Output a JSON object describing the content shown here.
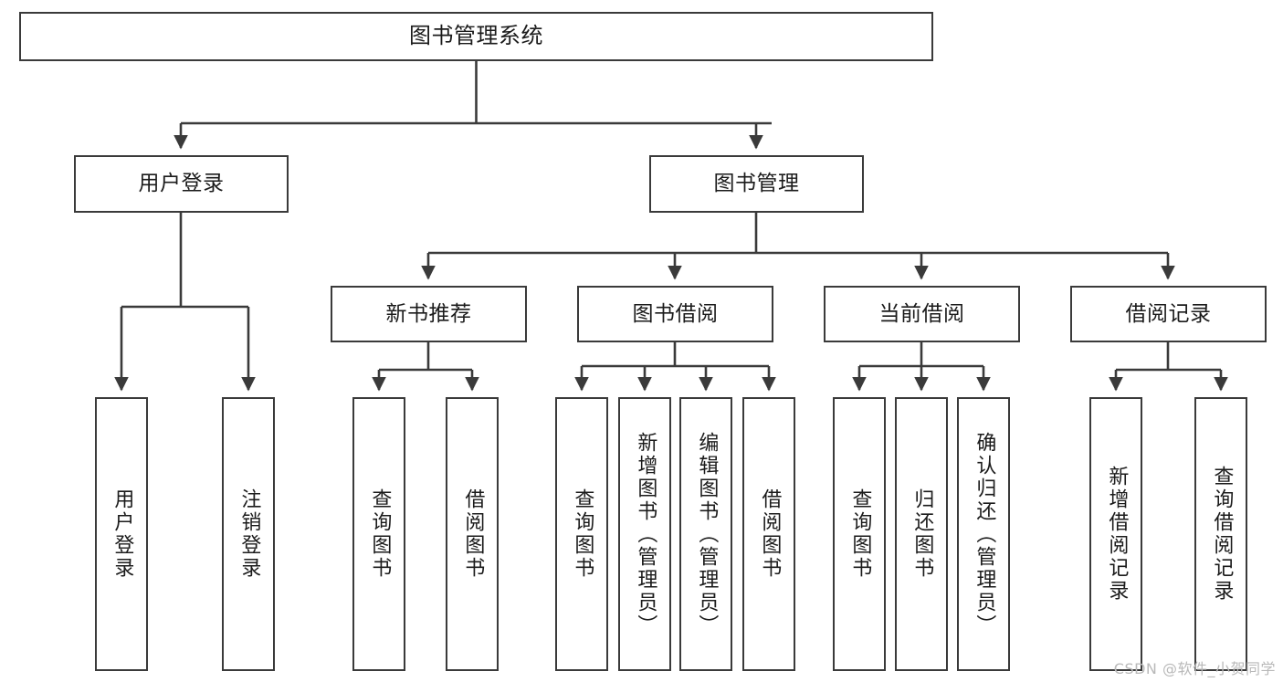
{
  "diagram": {
    "title": "图书管理系统",
    "type": "tree-hierarchy",
    "stroke_color": "#3a3a3a",
    "text_color": "#1b1b1b",
    "background_color": "#ffffff"
  },
  "root": {
    "label": "图书管理系统"
  },
  "level2": [
    {
      "label": "用户登录"
    },
    {
      "label": "图书管理"
    }
  ],
  "level3": [
    {
      "label": "新书推荐"
    },
    {
      "label": "图书借阅"
    },
    {
      "label": "当前借阅"
    },
    {
      "label": "借阅记录"
    }
  ],
  "leaves": {
    "user_login": [
      {
        "label": "用户登录"
      },
      {
        "label": "注销登录"
      }
    ],
    "new_book_recommend": [
      {
        "label": "查询图书"
      },
      {
        "label": "借阅图书"
      }
    ],
    "book_borrow": [
      {
        "label": "查询图书"
      },
      {
        "label": "新增图书（管理员）"
      },
      {
        "label": "编辑图书（管理员）"
      },
      {
        "label": "借阅图书"
      }
    ],
    "current_borrow": [
      {
        "label": "查询图书"
      },
      {
        "label": "归还图书"
      },
      {
        "label": "确认归还（管理员）"
      }
    ],
    "borrow_record": [
      {
        "label": "新增借阅记录"
      },
      {
        "label": "查询借阅记录"
      }
    ]
  },
  "watermark": {
    "text": "CSDN @软件_小贺同学"
  }
}
